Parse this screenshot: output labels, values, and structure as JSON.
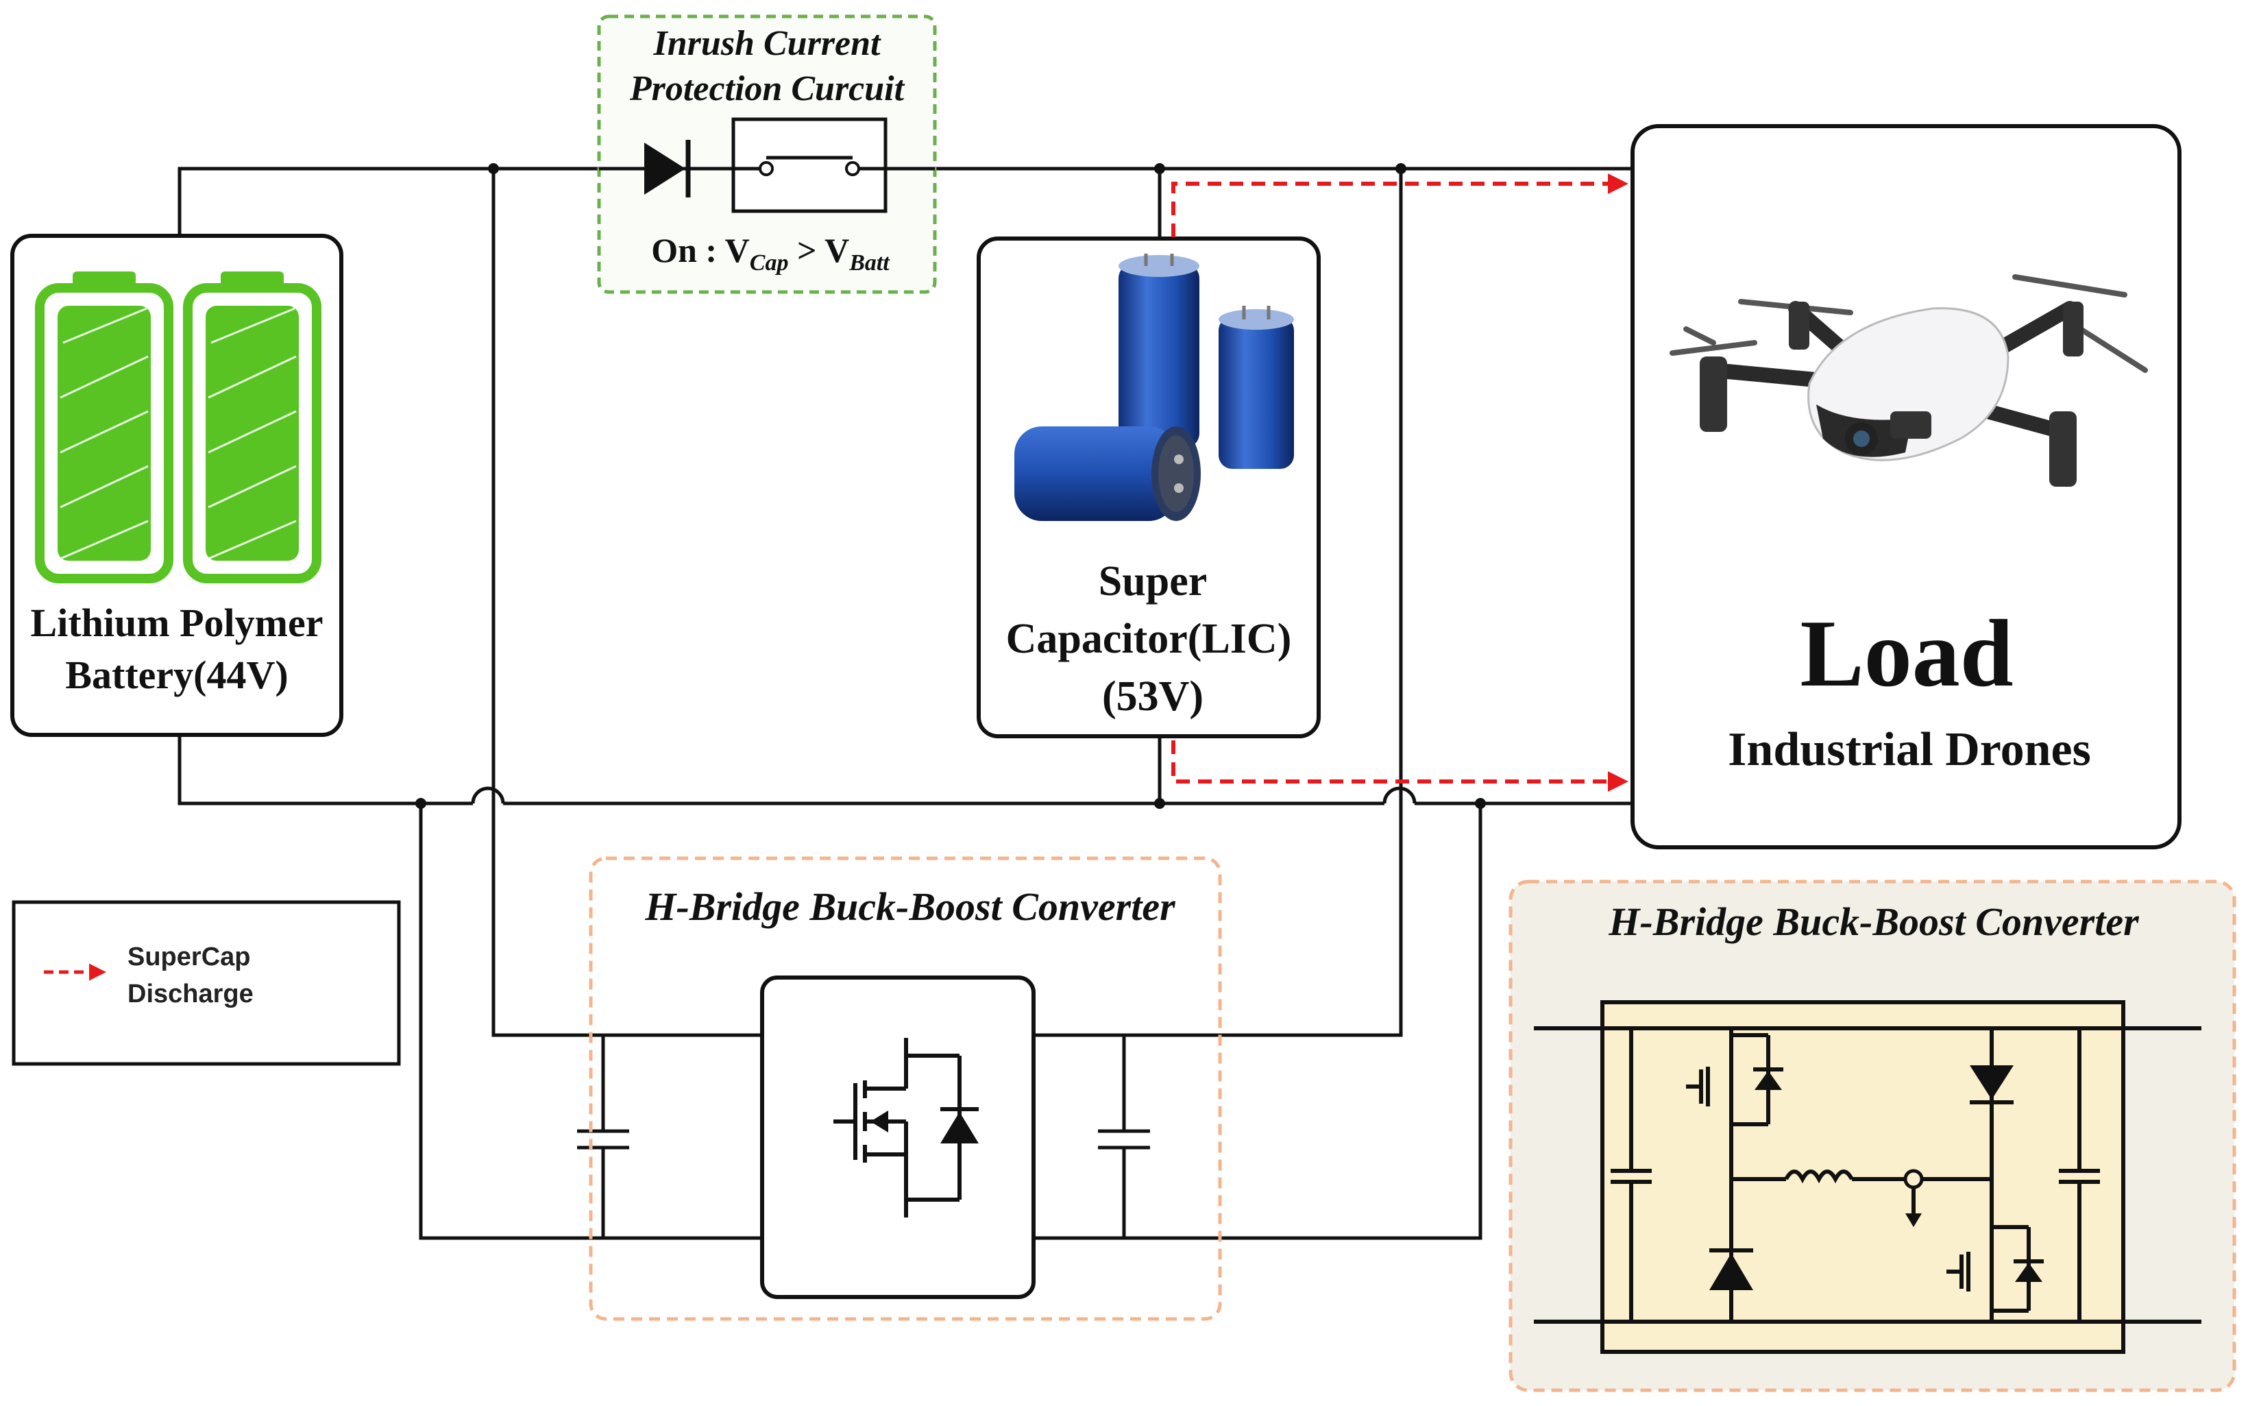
{
  "battery": {
    "line1": "Lithium Polymer",
    "line2": "Battery(44V)"
  },
  "inrush": {
    "title1": "Inrush Current",
    "title2": "Protection Curcuit",
    "condition": "On : V",
    "cap_sub": "Cap",
    "gt": " > V",
    "batt_sub": "Batt"
  },
  "supercap": {
    "line1": "Super",
    "line2": "Capacitor(LIC)",
    "line3": "(53V)"
  },
  "load": {
    "title": "Load",
    "subtitle": "Industrial Drones"
  },
  "legend": {
    "line1": "SuperCap",
    "line2": "Discharge"
  },
  "converter_main": {
    "title": "H-Bridge Buck-Boost Converter"
  },
  "converter_detail": {
    "title": "H-Bridge Buck-Boost Converter"
  },
  "colors": {
    "wire": "#111111",
    "discharge_arrow": "#e8191c",
    "battery_green": "#58c323",
    "inrush_border": "#6ab04c",
    "converter_border": "#f2b58f",
    "detail_bg": "#f2f0e6",
    "detail_inner": "#fbf0cd",
    "capacitor_blue": "#1e4fa8"
  }
}
